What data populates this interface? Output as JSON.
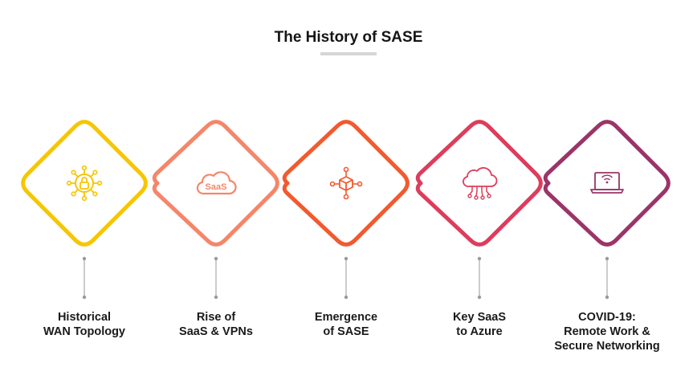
{
  "title": "The History of SASE",
  "stages": [
    {
      "lines": [
        "Historical",
        "WAN Topology"
      ],
      "icon": "lock-network-icon",
      "color": "#f7c600"
    },
    {
      "lines": [
        "Rise of",
        "SaaS & VPNs"
      ],
      "icon": "saas-cloud-icon",
      "icon_text": "SaaS",
      "color": "#f58669"
    },
    {
      "lines": [
        "Emergence",
        "of SASE"
      ],
      "icon": "network-cube-icon",
      "color": "#f25a2e"
    },
    {
      "lines": [
        "Key SaaS",
        "to Azure"
      ],
      "icon": "cloud-circuit-icon",
      "color": "#dd3d5c"
    },
    {
      "lines": [
        "COVID-19:",
        "Remote Work &",
        "Secure Networking"
      ],
      "icon": "laptop-wifi-icon",
      "color": "#9b3468"
    }
  ],
  "connector_color": "#9a9a9a"
}
